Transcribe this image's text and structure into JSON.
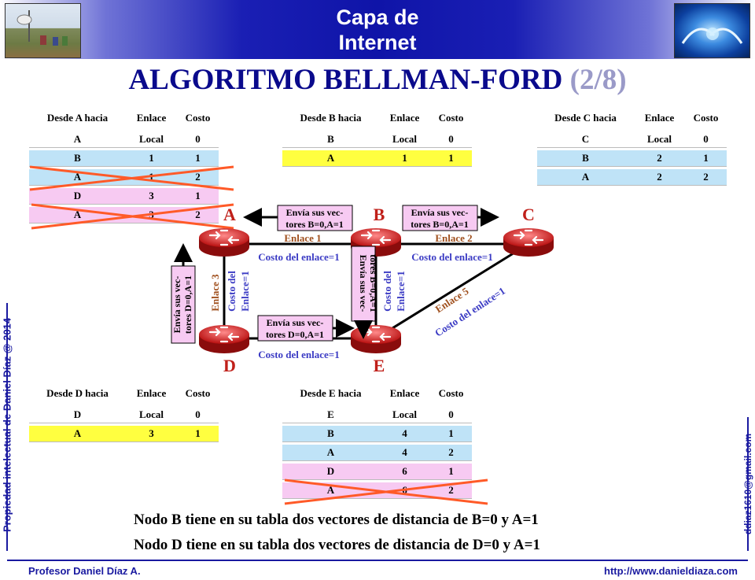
{
  "header": {
    "title_line1": "Capa de",
    "title_line2": "Internet"
  },
  "title": {
    "main": "ALGORITMO BELLMAN-FORD",
    "sub": "(2/8)"
  },
  "columns": {
    "link": "Enlace",
    "cost": "Costo"
  },
  "tables": {
    "A": {
      "header": "Desde A hacia",
      "rows": [
        {
          "dest": "A",
          "link": "Local",
          "cost": "0"
        },
        {
          "dest": "B",
          "link": "1",
          "cost": "1"
        },
        {
          "dest": "A",
          "link": "1",
          "cost": "2"
        },
        {
          "dest": "D",
          "link": "3",
          "cost": "1"
        },
        {
          "dest": "A",
          "link": "3",
          "cost": "2"
        }
      ]
    },
    "B": {
      "header": "Desde B hacia",
      "rows": [
        {
          "dest": "B",
          "link": "Local",
          "cost": "0"
        },
        {
          "dest": "A",
          "link": "1",
          "cost": "1"
        }
      ]
    },
    "C": {
      "header": "Desde C hacia",
      "rows": [
        {
          "dest": "C",
          "link": "Local",
          "cost": "0"
        },
        {
          "dest": "B",
          "link": "2",
          "cost": "1"
        },
        {
          "dest": "A",
          "link": "2",
          "cost": "2"
        }
      ]
    },
    "D": {
      "header": "Desde D hacia",
      "rows": [
        {
          "dest": "D",
          "link": "Local",
          "cost": "0"
        },
        {
          "dest": "A",
          "link": "3",
          "cost": "1"
        }
      ]
    },
    "E": {
      "header": "Desde E hacia",
      "rows": [
        {
          "dest": "E",
          "link": "Local",
          "cost": "0"
        },
        {
          "dest": "B",
          "link": "4",
          "cost": "1"
        },
        {
          "dest": "A",
          "link": "4",
          "cost": "2"
        },
        {
          "dest": "D",
          "link": "6",
          "cost": "1"
        },
        {
          "dest": "A",
          "link": "6",
          "cost": "2"
        }
      ]
    }
  },
  "nodes": {
    "A": "A",
    "B": "B",
    "C": "C",
    "D": "D",
    "E": "E"
  },
  "links": {
    "l1": "Enlace 1",
    "l2": "Enlace 2",
    "l3": "Enlace 3",
    "l5": "Enlace 5",
    "cost_ab": "Costo del enlace=1",
    "cost_bc": "Costo del enlace=1",
    "cost_de": "Costo del enlace=1",
    "cost_ce": "Costo del enlace=1",
    "cost_ad_1": "Costo del",
    "cost_ad_2": "Enlace=1",
    "cost_be_1": "Costo del",
    "cost_be_2": "Enlace=1"
  },
  "messages": {
    "ba_1": "Envía sus vec-",
    "ba_2": "tores B=0,A=1",
    "bc_1": "Envía sus vec-",
    "bc_2": "tores B=0,A=1",
    "da_1": "Envía sus vec-",
    "da_2": "tores D=0,A=1",
    "de_1": "Envía sus vec-",
    "de_2": "tores D=0,A=1",
    "be_1": "Envía sus vec-",
    "be_2": "tores B=0,A=1"
  },
  "summary": {
    "line1": "Nodo B tiene en su tabla dos vectores de distancia de B=0 y A=1",
    "line2": "Nodo D tiene en su tabla dos vectores de distancia de D=0 y A=1"
  },
  "sidebar": {
    "left": "Propiedad intelectual de Daniel Díaz @ 2014",
    "right": "ddiaz1610@gmail.com"
  },
  "footer": {
    "left": "Profesor Daniel Díaz A.",
    "right": "http://www.danieldiaza.com"
  },
  "colors": {
    "header_blue": "#1a1fb4",
    "title_navy": "#0a0a8c",
    "link_brown": "#a0501e",
    "cost_blue": "#3b3bc4",
    "cross_red": "#ff5a28",
    "row_blue": "#bfe3f7",
    "row_yellow": "#ffff40",
    "row_pink": "#f7caf2"
  }
}
